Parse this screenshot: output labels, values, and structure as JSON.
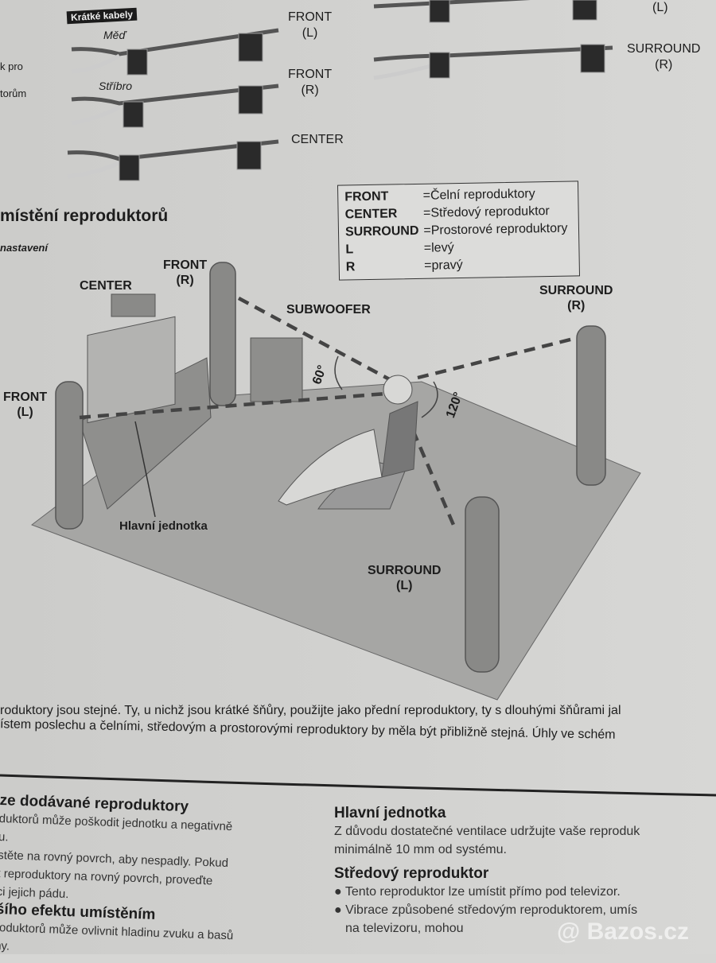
{
  "cables": {
    "badge": "Krátké kabely",
    "copper": "Měď",
    "silver": "Stříbro",
    "rows": [
      {
        "label": "FRONT",
        "side": "(L)"
      },
      {
        "label": "FRONT",
        "side": "(R)"
      },
      {
        "label": "CENTER",
        "side": ""
      }
    ],
    "right_rows": [
      {
        "label": "",
        "side": "(L)"
      },
      {
        "label": "SURROUND",
        "side": "(R)"
      }
    ],
    "left_fragments": [
      "k pro",
      "torům"
    ]
  },
  "section": {
    "title": "místění reproduktorů",
    "subtitle": "nastavení"
  },
  "legend": [
    {
      "key": "FRONT",
      "value": "=Čelní reproduktory"
    },
    {
      "key": "CENTER",
      "value": "=Středový reproduktor"
    },
    {
      "key": "SURROUND",
      "value": "=Prostorové reproduktory"
    },
    {
      "key": "L",
      "value": "=levý"
    },
    {
      "key": "R",
      "value": "=pravý"
    }
  ],
  "diagram": {
    "center": "CENTER",
    "front_r": {
      "label": "FRONT",
      "side": "(R)"
    },
    "front_l": {
      "label": "FRONT",
      "side": "(L)"
    },
    "subwoofer": "SUBWOOFER",
    "surround_r": {
      "label": "SURROUND",
      "side": "(R)"
    },
    "surround_l": {
      "label": "SURROUND",
      "side": "(L)"
    },
    "angle_front": "60°",
    "angle_surround": "120°",
    "main_unit": "Hlavní jednotka"
  },
  "body_text": [
    "roduktory jsou stejné. Ty, u nichž jsou krátké šňůry, použijte jako přední reproduktory, ty s dlouhými šňůrami jal",
    "ístem poslechu a čelními, středovým a prostorovými reproduktory by měla být přibližně stejná. Úhly ve schém"
  ],
  "left_column": {
    "heading1": "ze dodávané reproduktory",
    "lines1": [
      "duktorů může poškodit jednotku a negativně",
      "u.",
      "stěte na rovný povrch, aby nespadly. Pokud",
      "t reproduktory na rovný povrch, proveďte",
      "ci jejich pádu."
    ],
    "heading2": "šího efektu umístěním",
    "lines2": [
      "roduktorů může ovlivnit hladinu zvuku a basů",
      "ny."
    ]
  },
  "right_column": {
    "heading1": "Hlavní jednotka",
    "lines1": [
      "Z důvodu dostatečné ventilace udržujte vaše reproduk",
      "minimálně 10 mm od systému."
    ],
    "heading2": "Středový reproduktor",
    "bullets": [
      "Tento reproduktor lze umístit přímo pod televizor.",
      "Vibrace způsobené středovým reproduktorem, umís",
      "na televizoru, mohou"
    ]
  },
  "watermark": "@ Bazos.cz"
}
